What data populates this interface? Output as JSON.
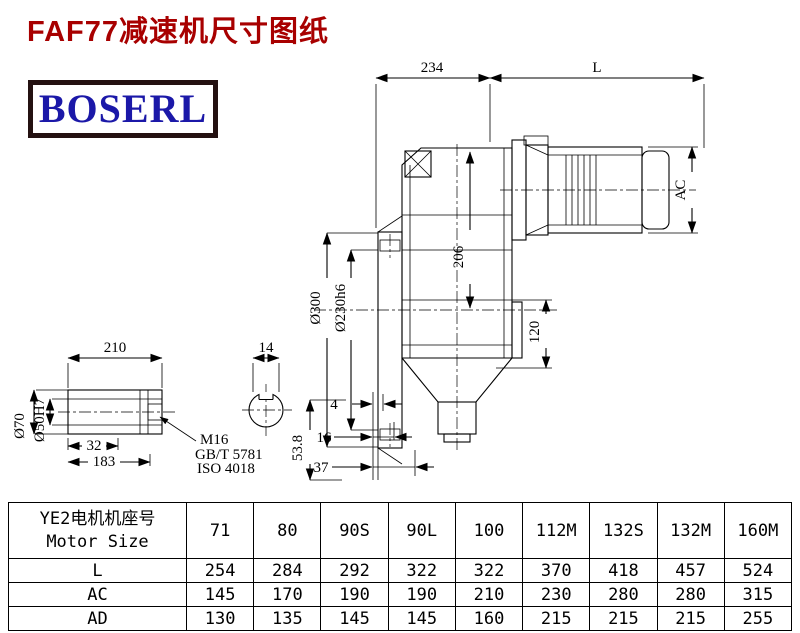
{
  "page": {
    "title": "FAF77减速机尺寸图纸",
    "logo_text": "BOSERL"
  },
  "drawing": {
    "dim_234": "234",
    "dim_L": "L",
    "dim_AC": "AC",
    "dim_206": "206",
    "dia_300": "Ø300",
    "dia_230": "Ø230h6",
    "dim_120": "120",
    "dim_4": "4",
    "dim_16": "16",
    "dim_37": "37",
    "dim_53_8": "53.8",
    "dim_210": "210",
    "dim_14": "14",
    "dim_32": "32",
    "dim_183": "183",
    "dia_70": "Ø70",
    "dia_50": "Ø50H7",
    "thread_label": "M16",
    "std_gb": "GB/T 5781",
    "std_iso": "ISO 4018"
  },
  "table": {
    "header_cn": "YE2电机机座号",
    "header_en": "Motor Size",
    "motor_sizes": [
      "71",
      "80",
      "90S",
      "90L",
      "100",
      "112M",
      "132S",
      "132M",
      "160M"
    ],
    "rows": [
      {
        "label": "L",
        "values": [
          "254",
          "284",
          "292",
          "322",
          "322",
          "370",
          "418",
          "457",
          "524"
        ]
      },
      {
        "label": "AC",
        "values": [
          "145",
          "170",
          "190",
          "190",
          "210",
          "230",
          "280",
          "280",
          "315"
        ]
      },
      {
        "label": "AD",
        "values": [
          "130",
          "135",
          "145",
          "145",
          "160",
          "215",
          "215",
          "215",
          "255"
        ]
      }
    ]
  }
}
